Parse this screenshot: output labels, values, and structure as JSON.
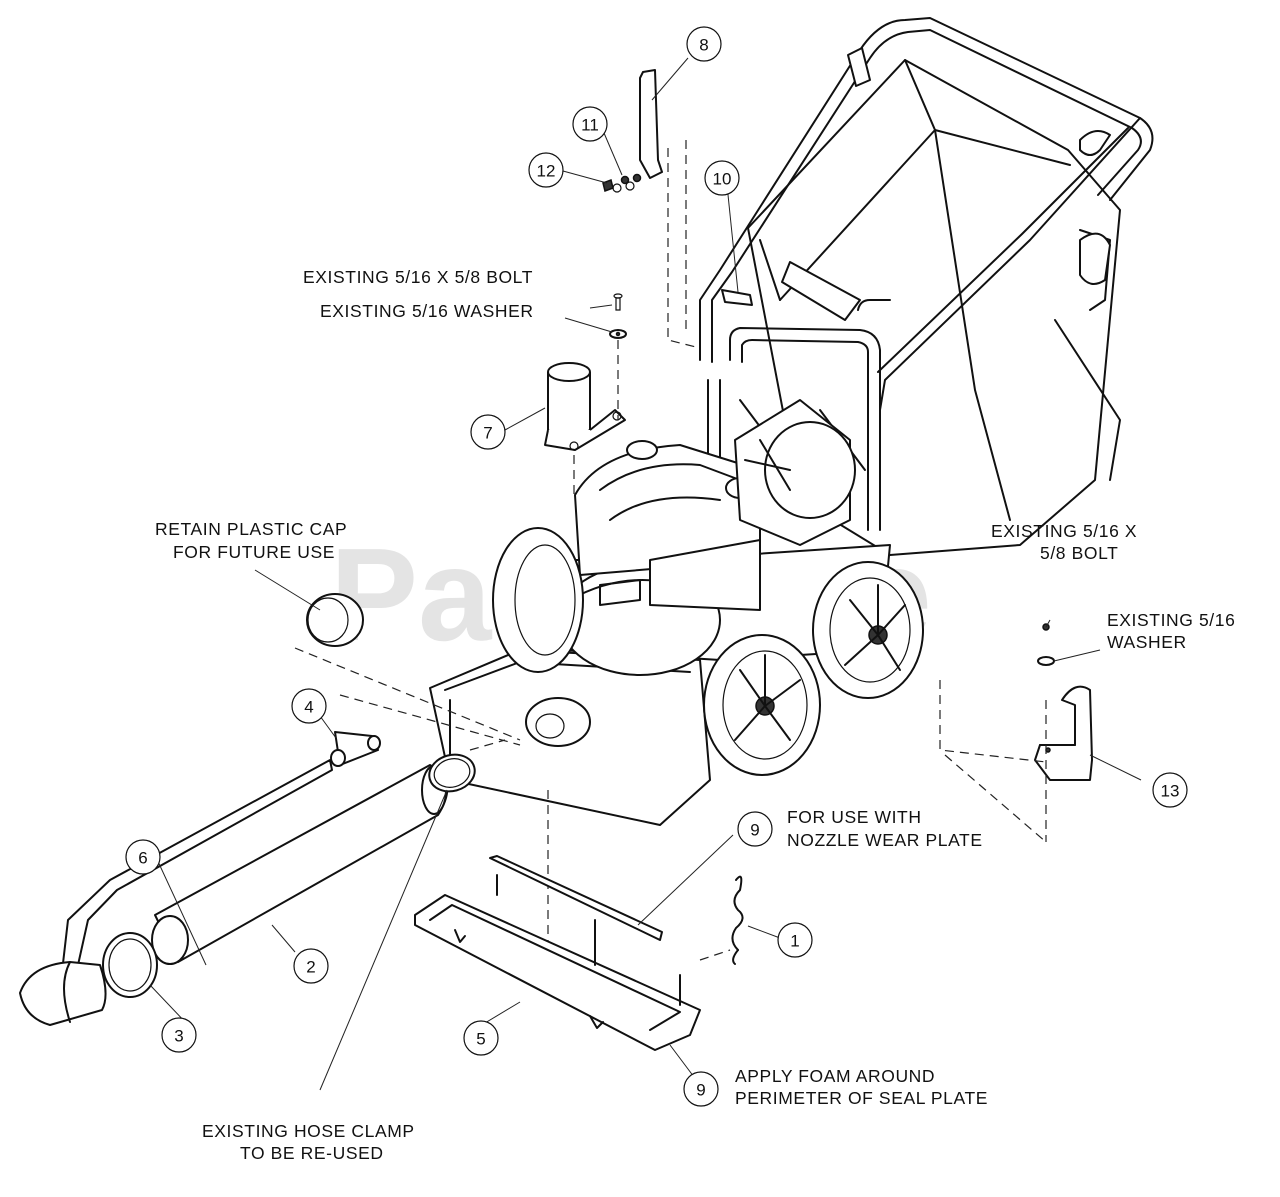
{
  "watermark": "PartsTree",
  "callouts": {
    "c1": "1",
    "c2": "2",
    "c3": "3",
    "c4": "4",
    "c5": "5",
    "c6": "6",
    "c7": "7",
    "c8": "8",
    "c9a": "9",
    "c9b": "9",
    "c10": "10",
    "c11": "11",
    "c12": "12",
    "c13": "13"
  },
  "notes": {
    "existing_bolt_top": "EXISTING 5/16 X 5/8 BOLT",
    "existing_washer_top": "EXISTING 5/16 WASHER",
    "retain_cap_1": "RETAIN PLASTIC CAP",
    "retain_cap_2": "FOR FUTURE USE",
    "existing_bolt_right_1": "EXISTING 5/16 X",
    "existing_bolt_right_2": "5/8 BOLT",
    "existing_washer_right_1": "EXISTING 5/16",
    "existing_washer_right_2": "WASHER",
    "nozzle_1": "FOR USE WITH",
    "nozzle_2": "NOZZLE WEAR PLATE",
    "foam_1": "APPLY FOAM AROUND",
    "foam_2": "PERIMETER OF SEAL PLATE",
    "hose_clamp_1": "EXISTING HOSE CLAMP",
    "hose_clamp_2": "TO BE RE-USED"
  }
}
